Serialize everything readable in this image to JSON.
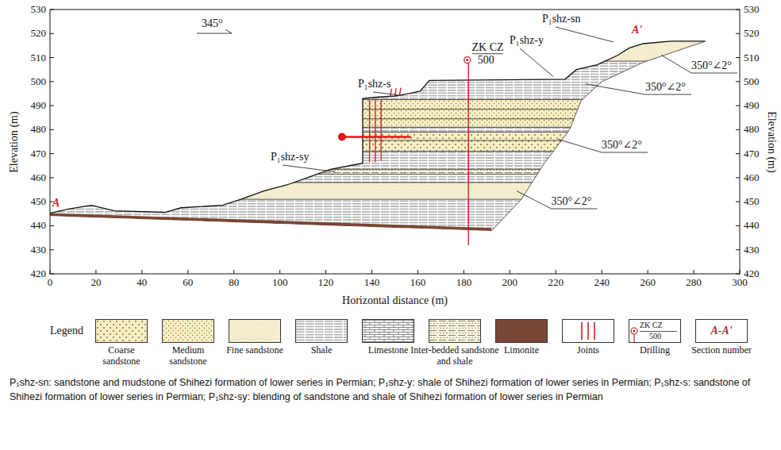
{
  "diagram": {
    "caption": "P₁shz-sn: sandstone and mudstone of Shihezi formation of lower series in Permian; P₁shz-y: shale of Shihezi formation of lower series in Permian; P₁shz-s: sandstone of Shihezi formation of lower series in Permian; P₁shz-sy: blending of sandstone and shale of Shihezi formation of lower series in Permian",
    "labels": [
      "345°",
      "P₁shz-sn",
      "P₁shz-y",
      "A'",
      "ZK CZ",
      "500",
      "350°∠2°",
      "350°∠2°",
      "P₁shz-s",
      "350°∠2°",
      "P₁shz-sy",
      "350°∠2°",
      "A",
      "Elevation (m)",
      "Elevation (m)",
      "530",
      "520",
      "510",
      "500",
      "490",
      "480",
      "470",
      "460",
      "450",
      "440",
      "430",
      "420",
      "530",
      "520",
      "510",
      "500",
      "490",
      "480",
      "470",
      "460",
      "450",
      "440",
      "430",
      "420",
      "0",
      "20",
      "40",
      "60",
      "80",
      "100",
      "120",
      "140",
      "160",
      "180",
      "200",
      "220",
      "240",
      "260",
      "280",
      "300",
      "Horizontal distance (m)",
      "Legend",
      "ZK CZ",
      "500",
      "A-A'"
    ],
    "legend": [
      {
        "text": "Coarse sandstone",
        "color": "#f7eec5"
      },
      {
        "text": "Medium sandstone",
        "color": "#f7eec5"
      },
      {
        "text": "Fine sandstone",
        "color": "#faf3d6"
      },
      {
        "text": "Shale"
      },
      {
        "text": "Limestone"
      },
      {
        "text": "Inter-bedded sandstone and shale"
      },
      {
        "text": "Limonite",
        "color": "#7a4636"
      },
      {
        "text": "Joints"
      },
      {
        "text": "Drilling"
      },
      {
        "text": "Section number"
      }
    ]
  }
}
